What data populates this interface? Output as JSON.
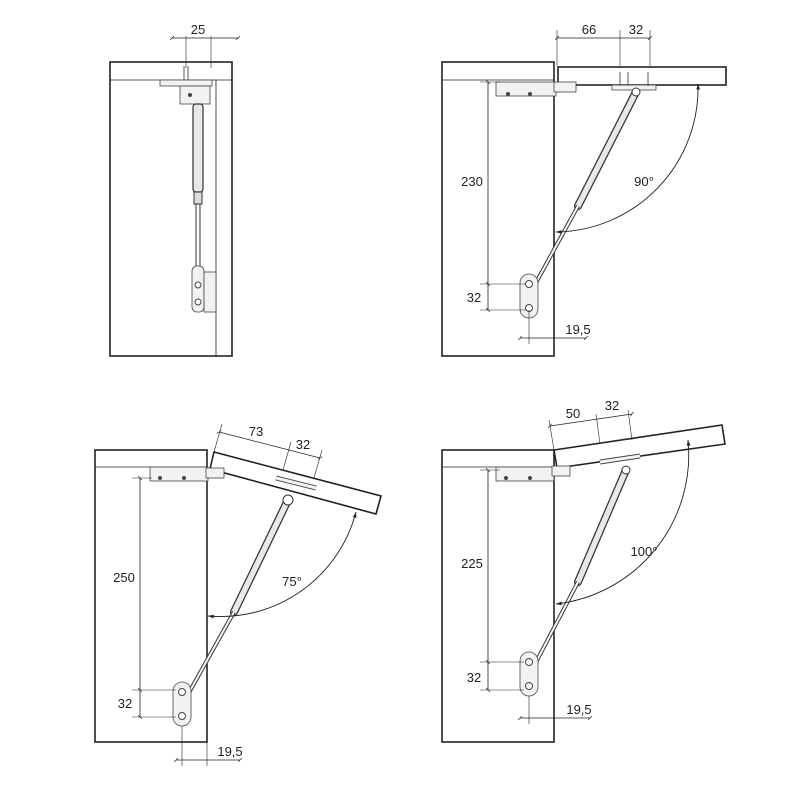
{
  "diagrams": [
    {
      "id": "closed",
      "dims": {
        "top": "25"
      }
    },
    {
      "id": "open-90",
      "dims": {
        "top_a": "66",
        "top_b": "32",
        "height": "230",
        "bottom": "32",
        "offset": "19,5",
        "angle": "90°"
      }
    },
    {
      "id": "open-75",
      "dims": {
        "top_a": "73",
        "top_b": "32",
        "height": "250",
        "bottom": "32",
        "offset": "19,5",
        "angle": "75°"
      }
    },
    {
      "id": "open-100",
      "dims": {
        "top_a": "50",
        "top_b": "32",
        "height": "225",
        "bottom": "32",
        "offset": "19,5",
        "angle": "100°"
      }
    }
  ],
  "colors": {
    "line": "#222222",
    "background": "#ffffff",
    "hardware": "#f2f2f2"
  }
}
